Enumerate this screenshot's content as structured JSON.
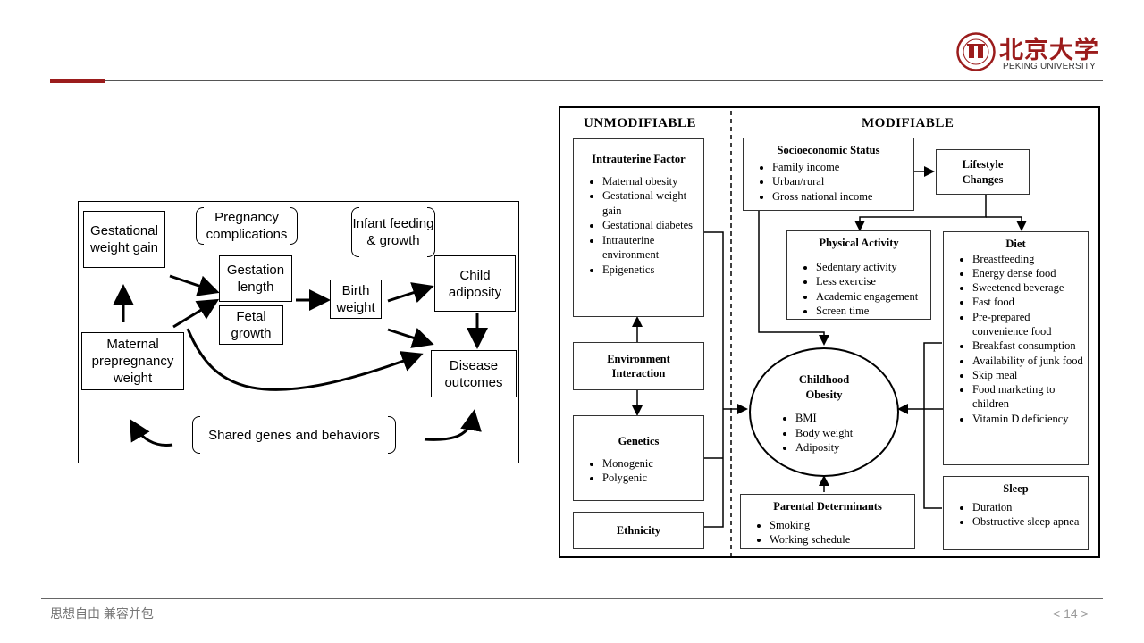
{
  "header": {
    "logo_cn": "北京大学",
    "logo_en": "PEKING UNIVERSITY"
  },
  "footer": {
    "motto": "思想自由 兼容并包",
    "page": "< 14 >"
  },
  "left_diagram": {
    "gestational_weight_gain": "Gestational weight gain",
    "pregnancy_complications": "Pregnancy complications",
    "infant_feeding": "Infant feeding & growth",
    "gestation_length": "Gestation length",
    "fetal_growth": "Fetal growth",
    "birth_weight": "Birth weight",
    "child_adiposity": "Child adiposity",
    "maternal_weight": "Maternal prepregnancy weight",
    "disease_outcomes": "Disease outcomes",
    "shared_genes": "Shared genes and behaviors"
  },
  "right_diagram": {
    "unmodifiable": "UNMODIFIABLE",
    "modifiable": "MODIFIABLE",
    "intrauterine": {
      "title": "Intrauterine Factor",
      "items": [
        "Maternal obesity",
        "Gestational weight gain",
        "Gestational diabetes",
        "Intrauterine environment",
        "Epigenetics"
      ]
    },
    "environment": {
      "title": "Environment Interaction"
    },
    "genetics": {
      "title": "Genetics",
      "items": [
        "Monogenic",
        "Polygenic"
      ]
    },
    "ethnicity": {
      "title": "Ethnicity"
    },
    "ses": {
      "title": "Socioeconomic Status",
      "items": [
        "Family income",
        "Urban/rural",
        "Gross national income"
      ]
    },
    "lifestyle": {
      "title": "Lifestyle Changes"
    },
    "physical": {
      "title": "Physical Activity",
      "items": [
        "Sedentary activity",
        "Less exercise",
        "Academic engagement",
        "Screen time"
      ]
    },
    "diet": {
      "title": "Diet",
      "items": [
        "Breastfeeding",
        "Energy dense food",
        "Sweetened beverage",
        "Fast food",
        "Pre-prepared convenience food",
        "Breakfast consumption",
        "Availability of junk food",
        "Skip meal",
        "Food marketing to children",
        "Vitamin D deficiency"
      ]
    },
    "obesity": {
      "title": "Childhood Obesity",
      "items": [
        "BMI",
        "Body weight",
        "Adiposity"
      ]
    },
    "parental": {
      "title": "Parental Determinants",
      "items": [
        "Smoking",
        "Working schedule"
      ]
    },
    "sleep": {
      "title": "Sleep",
      "items": [
        "Duration",
        "Obstructive sleep apnea"
      ]
    }
  }
}
